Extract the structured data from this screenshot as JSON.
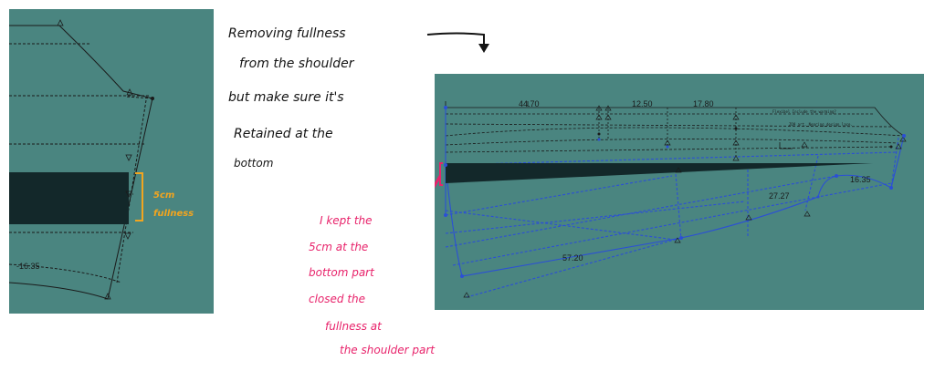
{
  "annotations": {
    "removing_lines": [
      "Removing fullness",
      "from the shoulder",
      "but make sure it's",
      "Retained at the",
      "bottom"
    ],
    "kept_lines": [
      "I kept the",
      "5cm at the",
      "bottom part",
      "closed the",
      "fullness at",
      "the shoulder part"
    ],
    "fullness_lines": [
      "5cm",
      "fullness"
    ]
  },
  "left_pattern": {
    "measurement": "-16.35"
  },
  "right_pattern": {
    "measurements": {
      "m1": "44.70",
      "m2": "12.50",
      "m3": "17.80",
      "m4": "27.27",
      "m5": "16.35",
      "m6": "57.20"
    },
    "tiny_notes": [
      "Flexibel   Include  the  warming?",
      "ZO9  art.  Nearing  design  lace."
    ]
  },
  "colors": {
    "panel_bg": "#4a8580",
    "dark_fill": "#13282a",
    "pattern_blue": "#2b4fd6",
    "pink": "#e8236b",
    "orange": "#f2a51f"
  }
}
